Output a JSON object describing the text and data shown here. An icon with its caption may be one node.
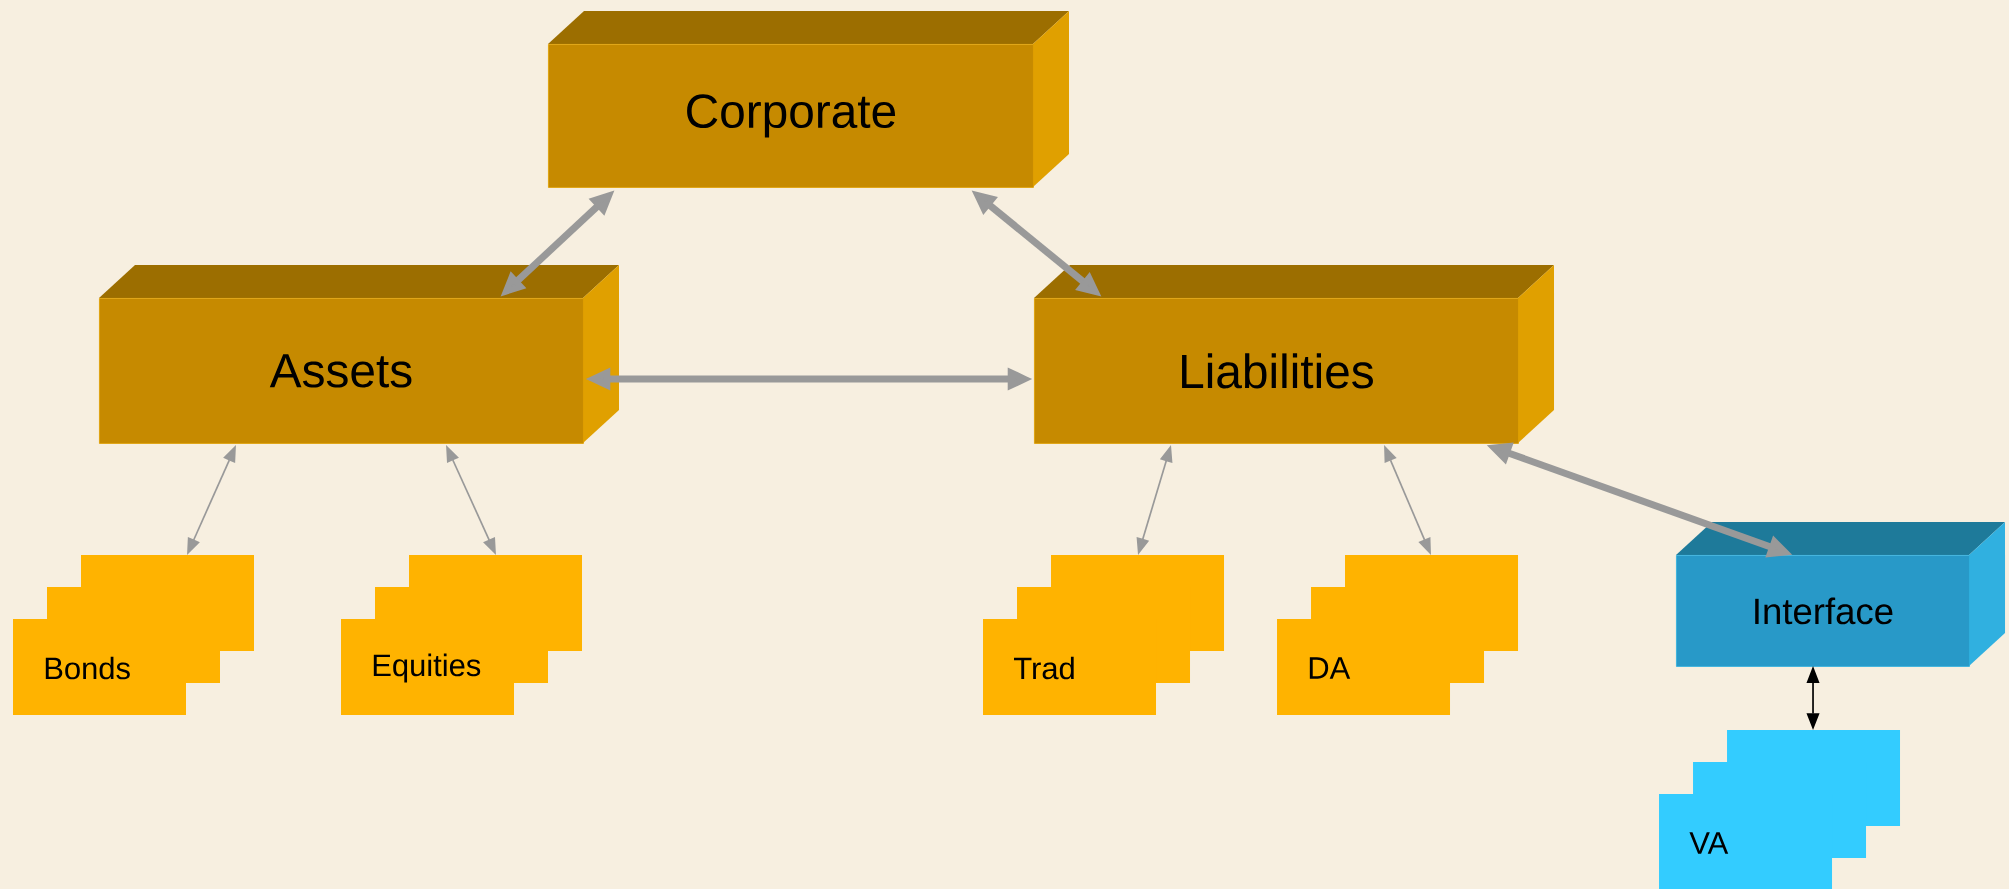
{
  "diagram": {
    "nodes": [
      {
        "text": [
          "Corporate"
        ]
      },
      {
        "text": [
          "Assets"
        ]
      },
      {
        "text": [
          "Liabilities"
        ]
      },
      {
        "text": [
          "Bonds"
        ]
      },
      {
        "text": [
          "Equities"
        ]
      },
      {
        "text": [
          "Trad"
        ]
      },
      {
        "text": [
          "DA"
        ]
      },
      {
        "text": [
          "Interface"
        ]
      },
      {
        "text": [
          "VA"
        ]
      }
    ],
    "edges": [
      {
        "from": 0,
        "to": 1,
        "arrow": "both",
        "style": "thick"
      },
      {
        "from": 0,
        "to": 2,
        "arrow": "both",
        "style": "thick"
      },
      {
        "from": 1,
        "to": 2,
        "arrow": "both",
        "style": "thick"
      },
      {
        "from": 2,
        "to": 7,
        "arrow": "both",
        "style": "thick"
      },
      {
        "from": 1,
        "to": 3,
        "arrow": "both"
      },
      {
        "from": 1,
        "to": 4,
        "arrow": "both"
      },
      {
        "from": 2,
        "to": 5,
        "arrow": "both"
      },
      {
        "from": 2,
        "to": 6,
        "arrow": "both"
      },
      {
        "from": 7,
        "to": 8,
        "arrow": "both",
        "color": "#000000"
      }
    ]
  }
}
